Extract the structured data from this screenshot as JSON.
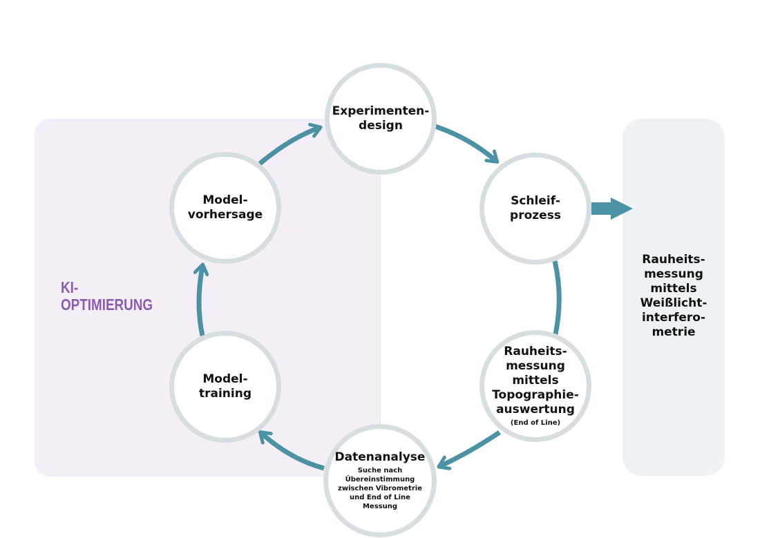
{
  "ki_label": {
    "line1": "KI-",
    "line2": "OPTIMIERUNG"
  },
  "nodes": {
    "experimentendesign": {
      "title": "Experimenten-\ndesign"
    },
    "schleifprozess": {
      "title": "Schleif-\nprozess"
    },
    "rauheitsmessung_topo": {
      "title": "Rauheits-\nmessung\nmittels\nTopographie-\nauswertung",
      "subtitle": "(End of Line)"
    },
    "datenanalyse": {
      "title": "Datenanalyse",
      "subtitle": "Suche nach\nÜbereinstimmung\nzwischen Vibrometrie\nund End of Line\nMessung"
    },
    "modeltraining": {
      "title": "Model-\ntraining"
    },
    "modelvorhersage": {
      "title": "Model-\nvorhersage"
    }
  },
  "right_box": {
    "title": "Rauheits-\nmessung\nmittels\nWeißlicht-\ninterfero-\nmetrie"
  },
  "colors": {
    "arrow": "#4a92a4",
    "node_border": "#d7dee1",
    "ki_text": "#8e5bb3",
    "left_panel": "#f4eff7",
    "right_panel": "#eef2f4"
  }
}
